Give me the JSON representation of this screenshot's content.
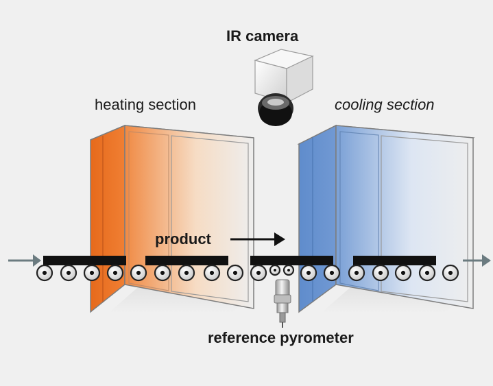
{
  "labels": {
    "ir_camera": "IR camera",
    "heating_section": "heating section",
    "cooling_section": "cooling section",
    "product": "product",
    "reference_pyrometer": "reference pyrometer"
  },
  "colors": {
    "background": "#f0f0f0",
    "heating": "#f07a2a",
    "cooling": "#6e95cf",
    "product_bar": "#111111",
    "flow_arrow": "#6b7b80"
  },
  "icons": {
    "camera": "ir-camera-icon",
    "pyrometer": "pyrometer-icon",
    "rollers": "roller-icon"
  }
}
